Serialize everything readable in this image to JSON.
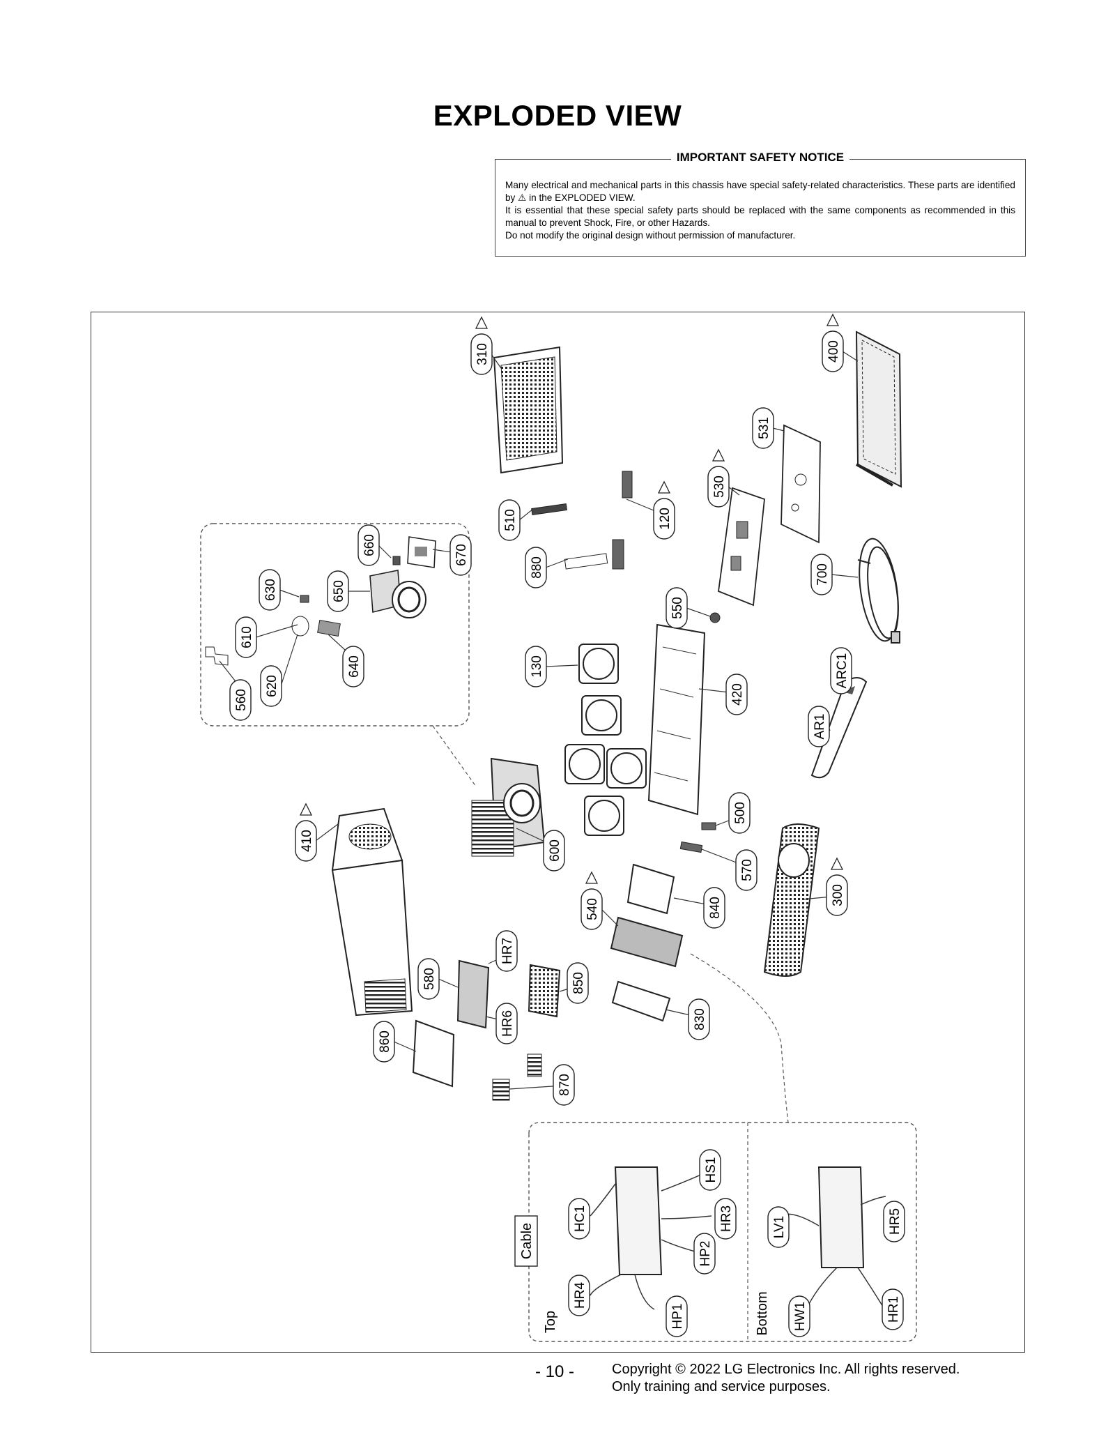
{
  "page_title": "EXPLODED VIEW",
  "notice": {
    "heading": "IMPORTANT SAFETY NOTICE",
    "line1": "Many electrical and mechanical parts in this chassis have special safety-related characteristics. These parts are identified by ⚠ in the EXPLODED VIEW.",
    "line2": "It is essential that these special safety parts should be replaced with the same components as recommended in this manual to prevent Shock, Fire, or other Hazards.",
    "line3": "Do not modify the original design without permission of manufacturer."
  },
  "parts": {
    "p310": "310",
    "p400": "400",
    "p531": "531",
    "p530": "530",
    "p510": "510",
    "p120": "120",
    "p880": "880",
    "p550": "550",
    "p700": "700",
    "p660": "660",
    "p670": "670",
    "p630": "630",
    "p650": "650",
    "p610": "610",
    "p620": "620",
    "p640": "640",
    "p560": "560",
    "p130": "130",
    "p420": "420",
    "parc1": "ARC1",
    "par1": "AR1",
    "p410": "410",
    "p600": "600",
    "p500": "500",
    "p570": "570",
    "p300": "300",
    "p840": "840",
    "p540": "540",
    "p580": "580",
    "phr7": "HR7",
    "p850": "850",
    "phr6": "HR6",
    "p830": "830",
    "p860": "860",
    "p870": "870",
    "phs1": "HS1",
    "phc1": "HC1",
    "phr3": "HR3",
    "php2": "HP2",
    "phr4": "HR4",
    "php1": "HP1",
    "plv1": "LV1",
    "phr5": "HR5",
    "phw1": "HW1",
    "phr1": "HR1"
  },
  "cable_box": {
    "label": "Cable",
    "top_label": "Top",
    "bottom_label": "Bottom"
  },
  "footer": {
    "page_number": "- 10 -",
    "copyright": "Copyright © 2022 LG Electronics Inc. All rights reserved.",
    "note": "Only training and service purposes."
  }
}
